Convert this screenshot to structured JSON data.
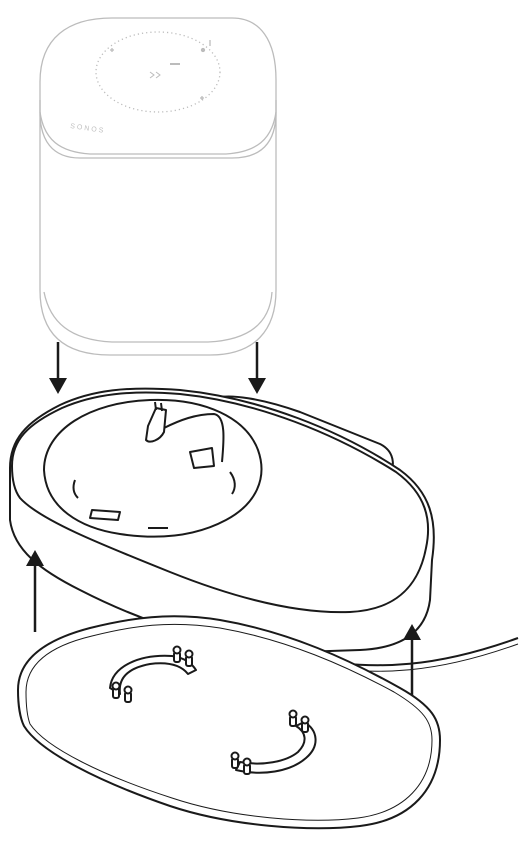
{
  "speaker": {
    "brand_text": "SONOS",
    "color": "#c8c8c8"
  },
  "colors": {
    "line": "#1a1a1a",
    "speaker_line": "#bcbcbc",
    "background": "#ffffff"
  },
  "arrows": {
    "down_count": 2,
    "up_count": 2
  }
}
